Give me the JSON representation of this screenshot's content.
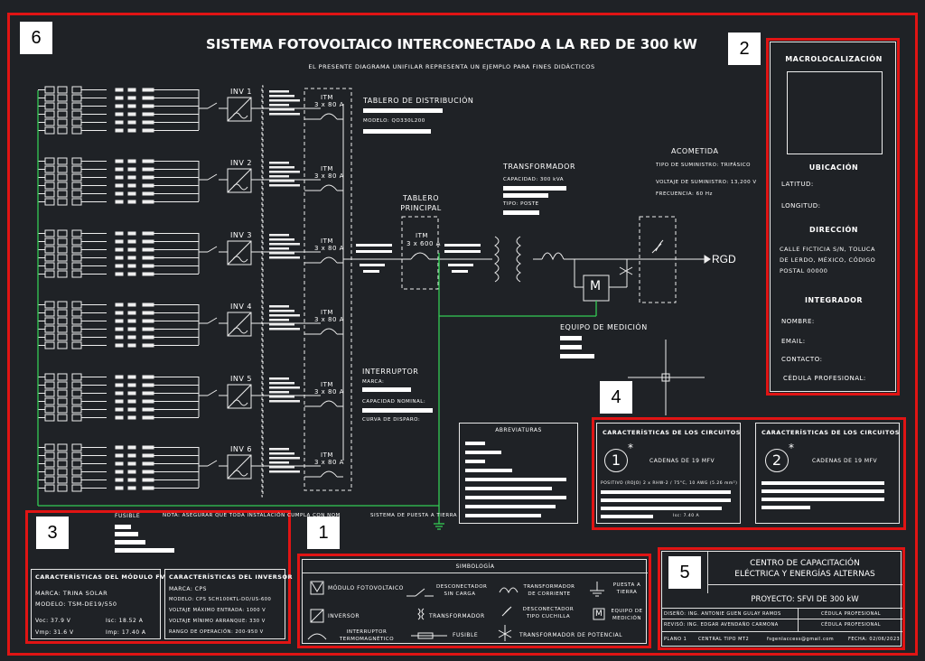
{
  "title": "SISTEMA FOTOVOLTAICO INTERCONECTADO A LA RED DE 300 kW",
  "subtitle": "EL PRESENTE DIAGRAMA UNIFILAR REPRESENTA UN EJEMPLO PARA FINES DIDÁCTICOS",
  "callouts": [
    "6",
    "2",
    "3",
    "1",
    "4",
    "5"
  ],
  "inverters": [
    "INV 1",
    "INV 2",
    "INV 3",
    "INV 4",
    "INV 5",
    "INV 6"
  ],
  "itm_label": "ITM",
  "itm_rating": "3 x 80 A",
  "tablero_dist": {
    "title": "TABLERO DE DISTRIBUCIÓN",
    "model": "MODELO: QO330L200"
  },
  "tablero_principal": {
    "title": "TABLERO PRINCIPAL",
    "itm": "ITM",
    "rating": "3 x 600 A"
  },
  "transformador": {
    "title": "TRANSFORMADOR",
    "capacity": "CAPACIDAD: 300 kVA",
    "type": "TIPO: POSTE"
  },
  "acometida": {
    "title": "ACOMETIDA",
    "line1": "TIPO DE SUMINISTRO: TRIFÁSICO",
    "line2": "VOLTAJE DE SUMINISTRO: 13,200 V",
    "line3": "FRECUENCIA: 60 Hz"
  },
  "rgd": "RGD",
  "meter_letter": "M",
  "equipo_medicion": "EQUIPO DE MEDICIÓN",
  "interruptor": {
    "title": "INTERRUPTOR",
    "marca": "MARCA:",
    "capacidad": "CAPACIDAD NOMINAL:",
    "curva": "CURVA DE DISPARO:"
  },
  "abreviaturas": "ABREVIATURAS",
  "fusible": "FUSIBLE",
  "footer_note1": "NOTA: ASEGURAR QUE TODA INSTALACIÓN CUMPLA CON NOM",
  "footer_note2": "SISTEMA DE PUESTA A TIERRA",
  "macro": {
    "title": "MACROLOCALIZACIÓN",
    "ubicacion": "UBICACIÓN",
    "latitud": "LATITUD:",
    "longitud": "LONGITUD:",
    "direccion": "DIRECCIÓN",
    "address": [
      "CALLE FICTICIA S/N, TOLUCA",
      "DE LERDO, MÉXICO, CÓDIGO",
      "POSTAL 00000"
    ],
    "integrador": "INTEGRADOR",
    "nombre": "NOMBRE:",
    "email": "EMAIL:",
    "contacto": "CONTACTO:",
    "cedula": "CÉDULA PROFESIONAL:"
  },
  "circuits": [
    {
      "title": "CARACTERÍSTICAS DE LOS CIRCUITOS",
      "num": "1",
      "strings": "CADENAS DE 19 MFV",
      "wire": "POSITIVO (ROJO) 2 x RHW-2 / 75°C, 10 AWG (5.26 mm²)",
      "current": "Isc: 7.40 A"
    },
    {
      "title": "CARACTERÍSTICAS DE LOS CIRCUITOS",
      "num": "2",
      "strings": "CADENAS DE 19 MFV"
    }
  ],
  "modulo": {
    "title": "CARACTERÍSTICAS DEL MÓDULO FV",
    "marca": "MARCA: TRINA SOLAR",
    "modelo": "MODELO: TSM-DE19/550",
    "voc": "Voc: 37.9 V",
    "isc": "Isc: 18.52 A",
    "vmp": "Vmp: 31.6 V",
    "imp": "Imp: 17.40 A"
  },
  "inversor": {
    "title": "CARACTERÍSTICAS DEL INVERSOR",
    "marca": "MARCA: CPS",
    "modelo": "MODELO: CPS SCH100KTL-DO/US-600",
    "vmax": "VOLTAJE MÁXIMO ENTRADA: 1000 V",
    "vmin": "VOLTAJE MÍNIMO ARRANQUE: 330 V",
    "rango": "RANGO DE OPERACIÓN: 200-950 V"
  },
  "simbologia": {
    "title": "SIMBOLOGÍA",
    "items": [
      "MÓDULO FOTOVOLTAICO",
      "DESCONECTADOR SIN CARGA",
      "TRANSFORMADOR DE CORRIENTE",
      "PUESTA A TIERRA",
      "INVERSOR",
      "TRANSFORMADOR",
      "DESCONECTADOR TIPO CUCHILLA",
      "EQUIPO DE MEDICIÓN",
      "INTERRUPTOR TERMOMAGNÉTICO",
      "FUSIBLE",
      "TRANSFORMADOR DE POTENCIAL"
    ]
  },
  "titleblock": {
    "org1": "CENTRO DE CAPACITACIÓN",
    "org2": "ELÉCTRICA Y ENERGÍAS ALTERNAS",
    "project": "PROYECTO: SFVI DE 300 kW",
    "diseno": "DISEÑÓ: ING. ANTONIE GUEN GULAY RAMOS",
    "reviso": "REVISÓ: ING. EDGAR AVENDAÑO CARMONA",
    "cedula1": "CÉDULA PROFESIONAL",
    "cedula2": "CÉDULA PROFESIONAL",
    "plano": "PLANO 1",
    "centro": "CENTRAL TIPO MT2",
    "email": "fsgenlaccess@gmail.com",
    "fecha": "FECHA: 02/06/2023"
  }
}
